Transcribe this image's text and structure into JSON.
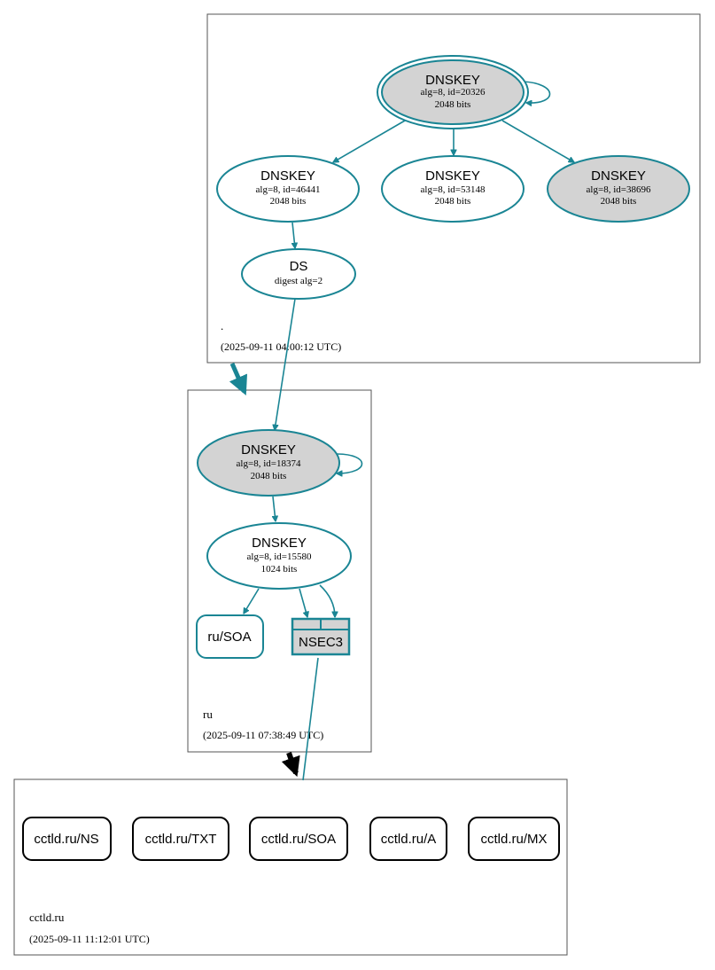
{
  "zones": {
    "root": {
      "name": ".",
      "timestamp": "(2025-09-11 04:00:12 UTC)"
    },
    "ru": {
      "name": "ru",
      "timestamp": "(2025-09-11 07:38:49 UTC)"
    },
    "cctld": {
      "name": "cctld.ru",
      "timestamp": "(2025-09-11 11:12:01 UTC)"
    }
  },
  "nodes": {
    "root_ksk": {
      "title": "DNSKEY",
      "detail": "alg=8, id=20326",
      "size": "2048 bits"
    },
    "root_zsk1": {
      "title": "DNSKEY",
      "detail": "alg=8, id=46441",
      "size": "2048 bits"
    },
    "root_zsk2": {
      "title": "DNSKEY",
      "detail": "alg=8, id=53148",
      "size": "2048 bits"
    },
    "root_ksk2": {
      "title": "DNSKEY",
      "detail": "alg=8, id=38696",
      "size": "2048 bits"
    },
    "ds": {
      "title": "DS",
      "detail": "digest alg=2"
    },
    "ru_ksk": {
      "title": "DNSKEY",
      "detail": "alg=8, id=18374",
      "size": "2048 bits"
    },
    "ru_zsk": {
      "title": "DNSKEY",
      "detail": "alg=8, id=15580",
      "size": "1024 bits"
    },
    "ru_soa": {
      "label": "ru/SOA"
    },
    "nsec3": {
      "label": "NSEC3"
    }
  },
  "rrsets": [
    "cctld.ru/NS",
    "cctld.ru/TXT",
    "cctld.ru/SOA",
    "cctld.ru/A",
    "cctld.ru/MX"
  ],
  "colors": {
    "edge": "#1a8594",
    "secure_fill": "#d3d3d3",
    "delegation_insecure": "#000000"
  }
}
